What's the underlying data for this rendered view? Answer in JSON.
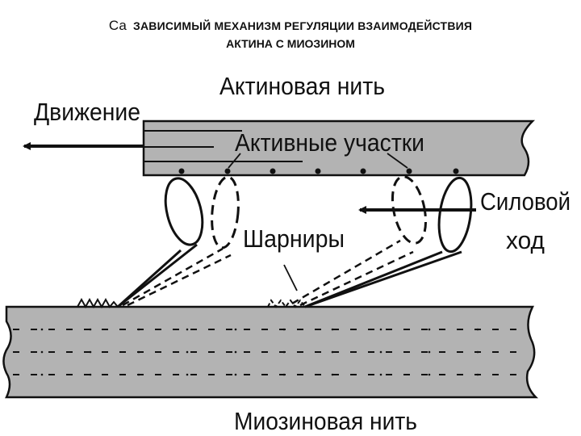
{
  "title": {
    "prefix": "Ca",
    "line1": "ЗАВИСИМЫЙ МЕХАНИЗМ РЕГУЛЯЦИИ ВЗАИМОДЕЙСТВИЯ",
    "line2": "АКТИНА С МИОЗИНОМ"
  },
  "labels": {
    "actin_filament": "Актиновая нить",
    "movement": "Движение",
    "active_sites": "Активные участки",
    "power_stroke_1": "Силовой",
    "power_stroke_2": "ход",
    "hinges": "Шарниры",
    "myosin_filament": "Миозиновая нить"
  },
  "colors": {
    "filament_fill": "#b3b3b3",
    "ink": "#111111",
    "background": "#ffffff"
  }
}
